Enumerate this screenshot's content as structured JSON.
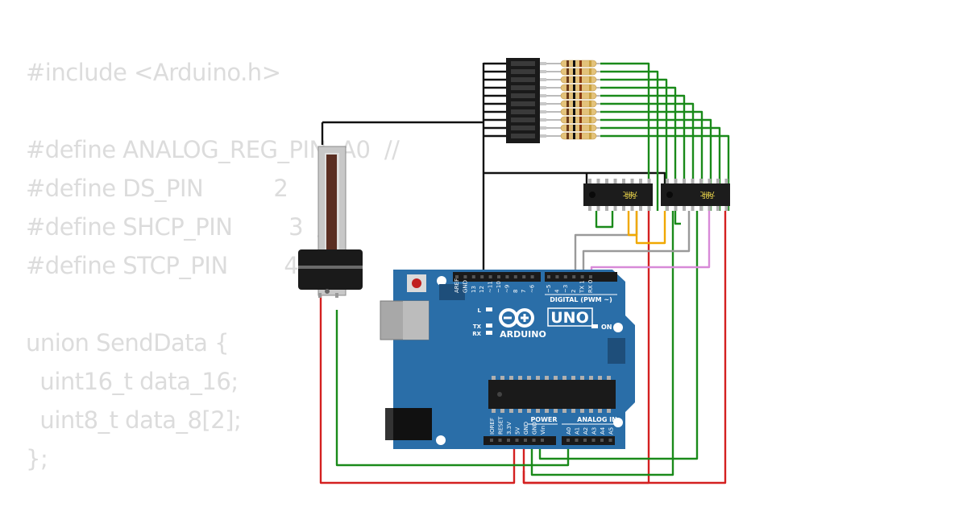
{
  "code": [
    "#include <Arduino.h>",
    "",
    "#define ANALOG_REG_PIN  A0  //",
    "#define DS_PIN          2",
    "#define SHCP_PIN        3  //",
    "#define STCP_PIN        4",
    "",
    "union SendData {",
    "  uint16_t data_16;",
    "  uint8_t data_8[2];",
    "};"
  ],
  "shift_registers": [
    {
      "line1": "74HC",
      "line2": "595"
    },
    {
      "line1": "74HC",
      "line2": "595"
    }
  ],
  "arduino": {
    "brand": "ARDUINO",
    "model": "UNO",
    "digital_header_label": "DIGITAL (PWM ~)",
    "power_label": "POWER",
    "analog_label": "ANALOG IN",
    "on_label": "ON",
    "tx_label": "TX",
    "rx_label": "RX",
    "l_label": "L",
    "digital_pins": [
      "AREF",
      "GND",
      "13",
      "12",
      "~11",
      "~10",
      "~9",
      "8",
      "7",
      "~6",
      "~5",
      "4",
      "~3",
      "2",
      "TX 1",
      "RX 0"
    ],
    "power_pins": [
      "IOREF",
      "RESET",
      "3.3V",
      "5V",
      "GND",
      "GND",
      "Vin"
    ],
    "analog_pins": [
      "A0",
      "A1",
      "A2",
      "A3",
      "A4",
      "A5"
    ]
  },
  "colors": {
    "wire_black": "#111111",
    "wire_green": "#1a8a1a",
    "wire_red": "#d42020",
    "wire_gray": "#9a9a9a",
    "wire_orange": "#f0a800",
    "wire_violet": "#d88ad8",
    "board_blue": "#2a6ea8",
    "code_text": "#dcdcdc"
  }
}
